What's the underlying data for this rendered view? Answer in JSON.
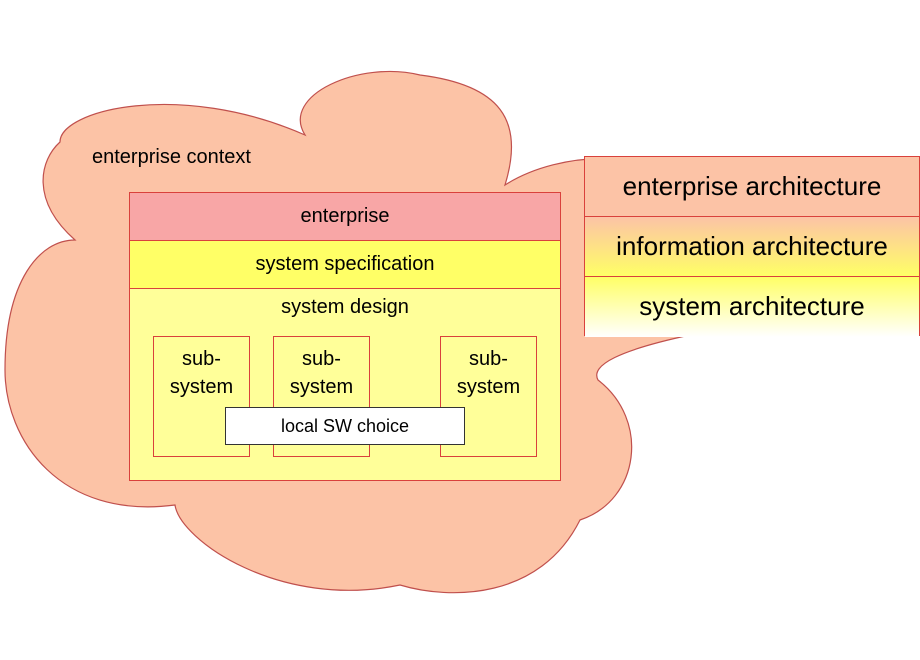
{
  "colors": {
    "cloud_fill": "#fcc3a6",
    "cloud_stroke": "#c0504d",
    "border": "#d9413c",
    "enterprise": "#f8a6a6",
    "system_specification": "#ffff66",
    "system_design": "#ffff99",
    "local_sw_choice": "#ffffff"
  },
  "context": {
    "label": "enterprise context"
  },
  "layers": {
    "enterprise": "enterprise",
    "system_specification": "system specification",
    "system_design": "system design"
  },
  "subsystems": [
    {
      "line1": "sub-",
      "line2": "system"
    },
    {
      "line1": "sub-",
      "line2": "system"
    },
    {
      "line1": "sub-",
      "line2": "system"
    }
  ],
  "local_choice": "local SW choice",
  "legend": [
    "enterprise architecture",
    "information architecture",
    "system architecture"
  ]
}
